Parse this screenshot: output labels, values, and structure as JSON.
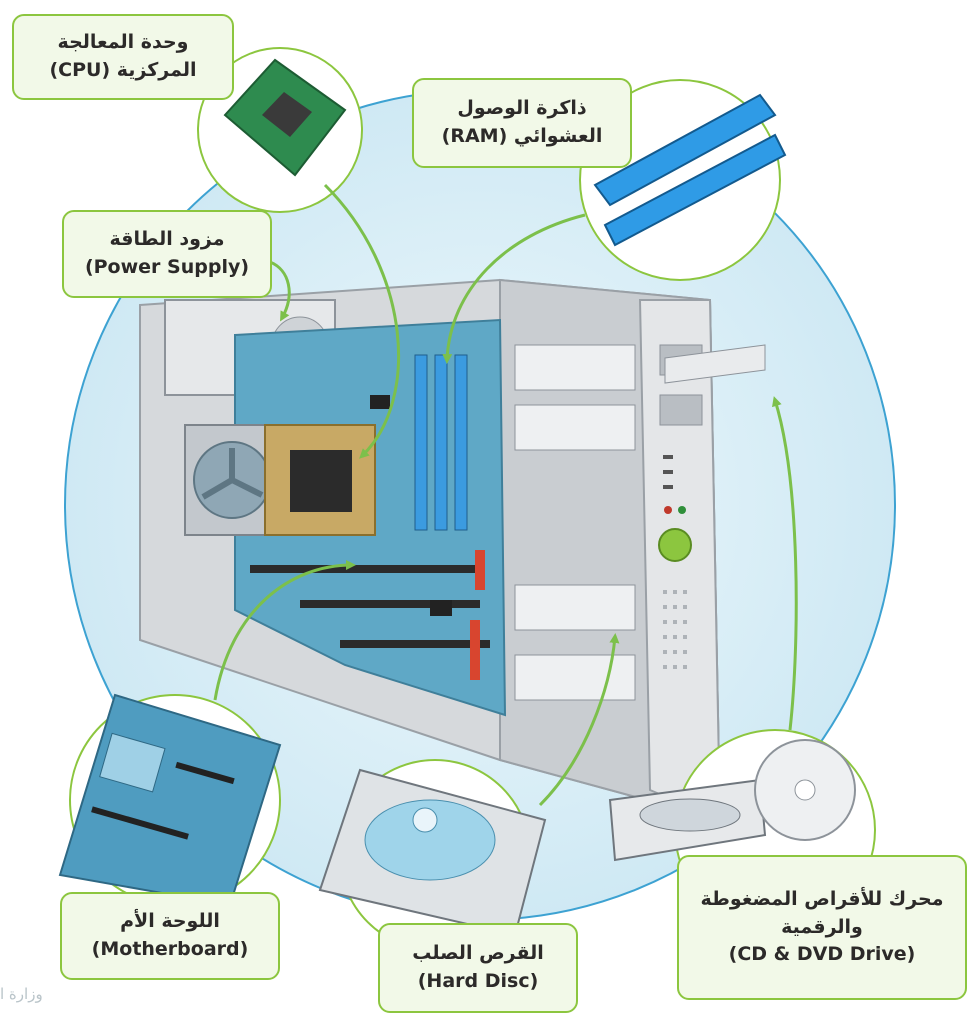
{
  "colors": {
    "label_border": "#8cc63f",
    "label_fill": "#f2f9e8",
    "arrow": "#7cc04b",
    "background_circle": "#d5ecf5",
    "motherboard": "#5fa8c6",
    "case": "#dfe2e5"
  },
  "labels": {
    "cpu": {
      "line1": "وحدة المعالجة",
      "line2": "المركزية (CPU)"
    },
    "ram": {
      "line1": "ذاكرة الوصول",
      "line2": "العشوائي (RAM)"
    },
    "power": {
      "line1": "مزود الطاقة",
      "line2": "(Power Supply)"
    },
    "motherboard": {
      "line1": "اللوحة الأم",
      "line2": "(Motherboard)"
    },
    "harddisc": {
      "line1": "القرص الصلب",
      "line2": "(Hard Disc)"
    },
    "cddrive": {
      "line1": "محرك للأقراص المضغوطة",
      "line2": "والرقمية",
      "line3": "(CD & DVD Drive)"
    }
  },
  "watermark": "وزارة ا"
}
